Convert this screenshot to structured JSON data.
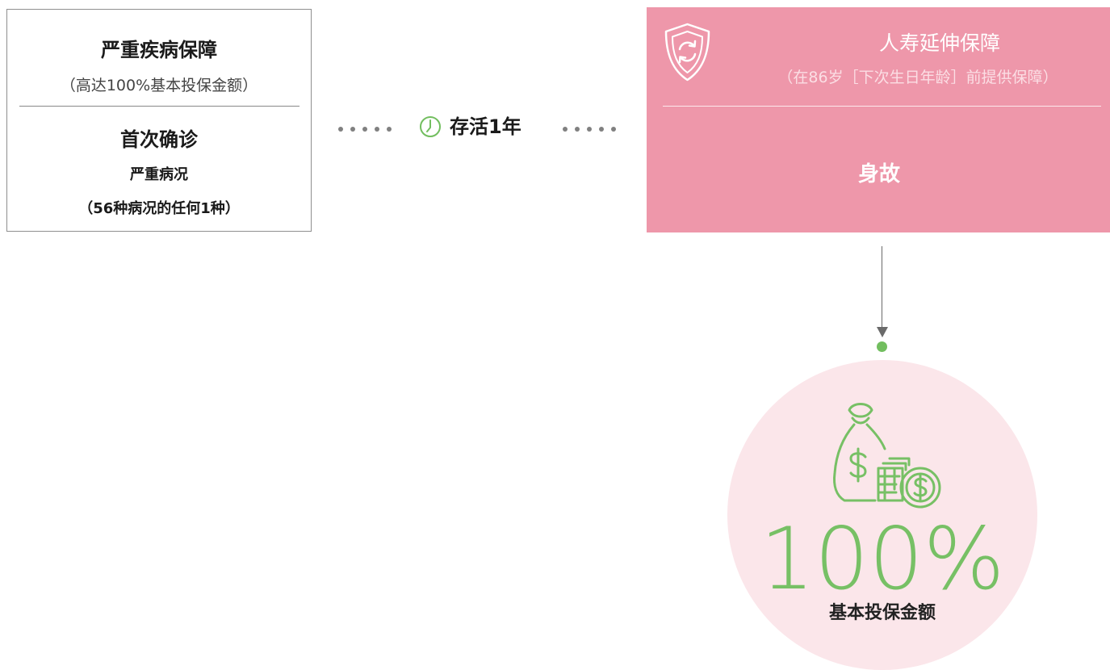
{
  "critical_illness": {
    "title": "严重疾病保障",
    "subtitle": "（高达100%基本投保金额）",
    "event": "首次确诊",
    "condition_line1": "严重病况",
    "condition_line2": "（56种病况的任何1种）"
  },
  "connector": {
    "label": "存活1年",
    "icon": "clock-icon"
  },
  "life_extension": {
    "title": "人寿延伸保障",
    "subtitle": "（在86岁［下次生日年龄］前提供保障）",
    "event": "身故",
    "icon": "shield-refresh-icon",
    "color": "#ee97aa"
  },
  "benefit": {
    "value": "100%",
    "label": "基本投保金额",
    "icon": "money-bag-coins-icon",
    "accent_color": "#77c065",
    "circle_color": "#fbe6ea"
  }
}
